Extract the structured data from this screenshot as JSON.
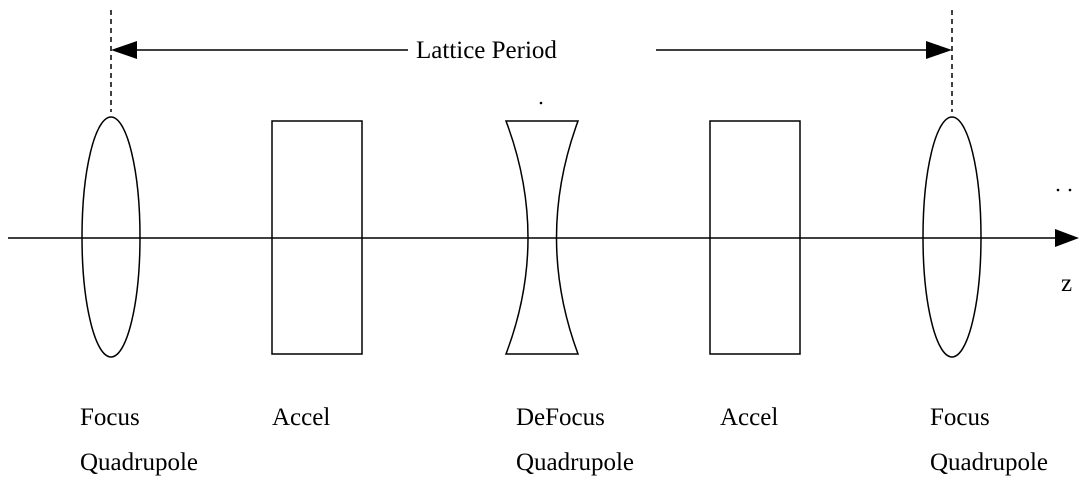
{
  "diagram": {
    "period_label": "Lattice Period",
    "axis_label": "z",
    "elements": [
      {
        "type": "focusing-lens",
        "line1": "Focus",
        "line2": "Quadrupole"
      },
      {
        "type": "accelerating-gap",
        "line1": "Accel",
        "line2": ""
      },
      {
        "type": "defocusing-lens",
        "line1": "DeFocus",
        "line2": "Quadrupole"
      },
      {
        "type": "accelerating-gap",
        "line1": "Accel",
        "line2": ""
      },
      {
        "type": "focusing-lens",
        "line1": "Focus",
        "line2": "Quadrupole"
      }
    ]
  }
}
